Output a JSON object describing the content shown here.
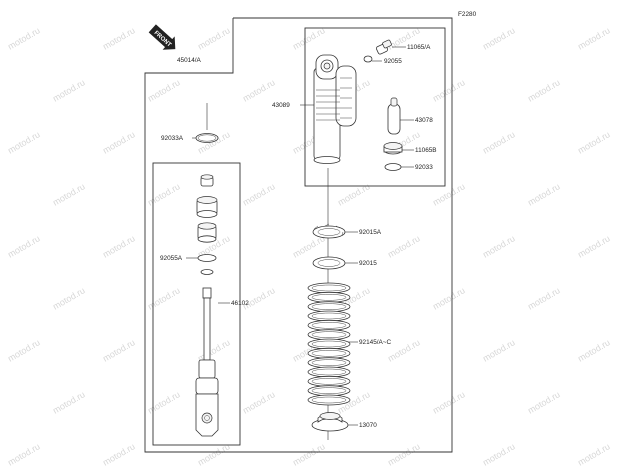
{
  "diagram": {
    "ref_code": "F2280",
    "front_label": "FRONT",
    "watermark": "motod.ru",
    "parts": [
      {
        "id": "45014A",
        "label": "45014/A"
      },
      {
        "id": "92033A",
        "label": "92033A"
      },
      {
        "id": "43089",
        "label": "43089"
      },
      {
        "id": "11065A",
        "label": "11065/A"
      },
      {
        "id": "92055",
        "label": "92055"
      },
      {
        "id": "43078",
        "label": "43078"
      },
      {
        "id": "11065B",
        "label": "11065B"
      },
      {
        "id": "92033",
        "label": "92033"
      },
      {
        "id": "92015A",
        "label": "92015A"
      },
      {
        "id": "92015",
        "label": "92015"
      },
      {
        "id": "92055A",
        "label": "92055A"
      },
      {
        "id": "46102",
        "label": "46102"
      },
      {
        "id": "92145AC",
        "label": "92145/A~C"
      },
      {
        "id": "13070",
        "label": "13070"
      }
    ]
  }
}
